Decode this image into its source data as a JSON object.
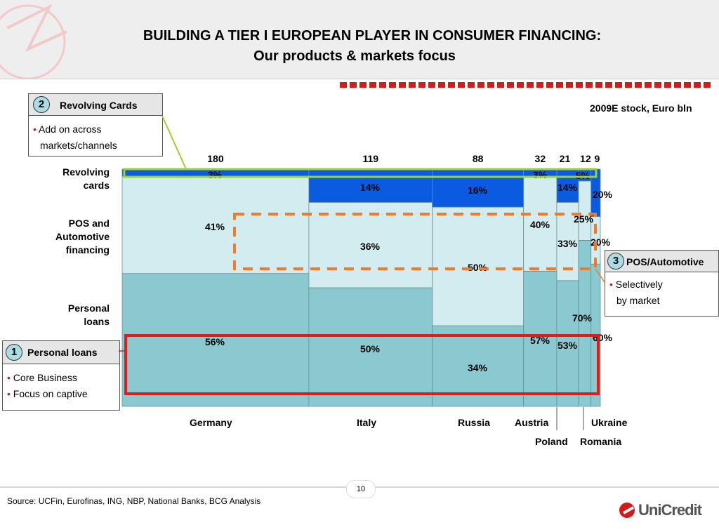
{
  "title": {
    "line1": "BUILDING A TIER I EUROPEAN PLAYER IN CONSUMER FINANCING:",
    "line2": "Our products & markets focus"
  },
  "unit_note": "2009E stock, Euro bln",
  "callouts": {
    "revolving": {
      "number": "2",
      "title": "Revolving Cards",
      "bullets": [
        "Add on across",
        "markets/channels"
      ]
    },
    "pos": {
      "number": "3",
      "title": "POS/Automotive",
      "bullets": [
        "Selectively",
        "by market"
      ]
    },
    "personal": {
      "number": "1",
      "title": "Personal loans",
      "bullets": [
        "Core Business",
        "Focus on captive"
      ]
    }
  },
  "row_labels": {
    "revolving": [
      "Revolving",
      "cards"
    ],
    "pos": [
      "POS and",
      "Automotive",
      "financing"
    ],
    "personal": [
      "Personal",
      "loans"
    ]
  },
  "chart_data": {
    "type": "marimekko",
    "unit": "2009E stock, Euro bln",
    "categories": [
      "Germany",
      "Italy",
      "Russia",
      "Austria",
      "Poland",
      "Romania",
      "Ukraine"
    ],
    "totals": [
      180,
      119,
      88,
      32,
      21,
      12,
      9
    ],
    "series": [
      {
        "name": "Personal loans",
        "values": [
          56,
          50,
          34,
          57,
          53,
          70,
          60
        ],
        "labels": [
          "56%",
          "50%",
          "34%",
          "57%",
          "53%",
          "70%",
          "60%"
        ]
      },
      {
        "name": "POS and Automotive financing",
        "values": [
          41,
          36,
          50,
          40,
          33,
          25,
          20
        ],
        "labels": [
          "41%",
          "36%",
          "50%",
          "40%",
          "33%",
          "25%",
          "20%"
        ]
      },
      {
        "name": "Revolving cards",
        "values": [
          3,
          14,
          16,
          3,
          14,
          5,
          20
        ],
        "labels": [
          "3%",
          "14%",
          "16%",
          "3%",
          "14%",
          "5%",
          "20%"
        ]
      }
    ],
    "colors": {
      "personal": "#8bc9d0",
      "pos": "#d3ecef",
      "revolving": "#0b5be0",
      "highlight_personal": "#e21b1b",
      "highlight_pos": "#f07a28",
      "highlight_revolving": "#9bd22c"
    }
  },
  "page_number": "10",
  "source": "Source: UCFin, Eurofinas, ING, NBP, National Banks, BCG Analysis",
  "brand": "UniCredit"
}
